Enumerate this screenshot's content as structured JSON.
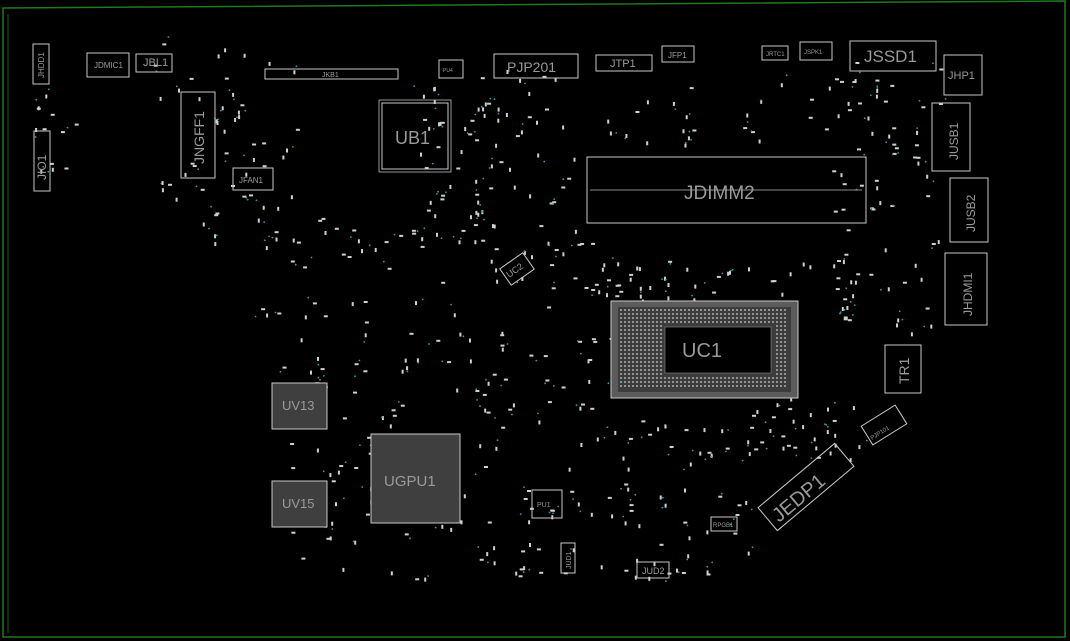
{
  "board": {
    "outline_color": "#1e7a1e",
    "silk_color": "#c9c9c9",
    "label_color": "#9a9a9a",
    "via_color": "#2aa3a3"
  },
  "labels": {
    "jhdd1": "JHDD1",
    "jdmic1": "JDMIC1",
    "jbl1": "JBL1",
    "jkb1": "JKB1",
    "pjp201": "PJP201",
    "jtp1": "JTP1",
    "jfp1": "JFP1",
    "jrtc1": "JRTC1",
    "jspk1": "JSPK1",
    "jssd1": "JSSD1",
    "jhp1": "JHP1",
    "jio1": "JIO1",
    "jngff1": "JNGFF1",
    "jfan1": "JFAN1",
    "ub1": "UB1",
    "jdimm2": "JDIMM2",
    "jusb1": "JUSB1",
    "jusb2": "JUSB2",
    "jhdmi1": "JHDMI1",
    "uc2": "UC2",
    "uc1": "UC1",
    "tr1": "TR1",
    "uv13": "UV13",
    "uv15": "UV15",
    "ugpu1": "UGPU1",
    "pu1": "PU1",
    "jedp1": "JEDP1",
    "pjp101": "PJP101",
    "jud1": "JUD1",
    "jud2": "JUD2",
    "rpgb1": "RPGB1",
    "pu4": "PU4"
  }
}
